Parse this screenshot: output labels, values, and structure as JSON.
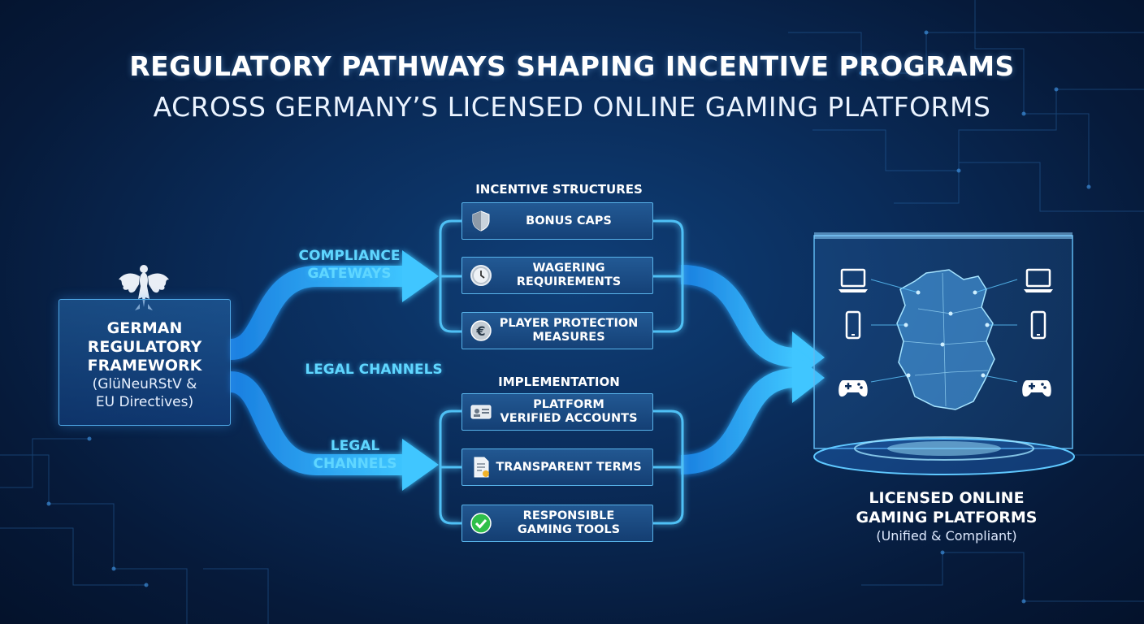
{
  "title": {
    "line1": "REGULATORY PATHWAYS SHAPING INCENTIVE PROGRAMS",
    "line2": "ACROSS GERMANY’S LICENSED ONLINE GAMING PLATFORMS"
  },
  "source": {
    "line1": "GERMAN",
    "line2": "REGULATORY",
    "line3": "FRAMEWORK",
    "line4": "(GlüNeuRStV &",
    "line5": "EU Directives)",
    "icon": "eagle-emblem-icon"
  },
  "labels": {
    "compliance_1": "COMPLIANCE",
    "compliance_2": "GATEWAYS",
    "legal_mid": "LEGAL CHANNELS",
    "legal_1": "LEGAL",
    "legal_2": "CHANNELS"
  },
  "incentive": {
    "heading": "INCENTIVE STRUCTURES",
    "items": [
      {
        "line1": "BONUS CAPS",
        "line2": "",
        "icon": "shield-icon"
      },
      {
        "line1": "WAGERING",
        "line2": "REQUIREMENTS",
        "icon": "clock-icon"
      },
      {
        "line1": "PLAYER PROTECTION",
        "line2": "MEASURES",
        "icon": "euro-coin-icon"
      }
    ]
  },
  "implementation": {
    "heading": "IMPLEMENTATION",
    "items": [
      {
        "line1": "PLATFORM",
        "line2": "VERIFIED ACCOUNTS",
        "icon": "id-card-icon"
      },
      {
        "line1": "TRANSPARENT TERMS",
        "line2": "",
        "icon": "document-icon"
      },
      {
        "line1": "RESPONSIBLE",
        "line2": "GAMING TOOLS",
        "icon": "checkmark-icon"
      }
    ]
  },
  "result": {
    "line1": "LICENSED ONLINE",
    "line2": "GAMING PLATFORMS",
    "line3": "(Unified & Compliant)",
    "map_icon": "germany-map-icon",
    "devices": [
      "laptop-icon",
      "smartphone-icon",
      "gamepad-icon",
      "laptop-icon",
      "smartphone-icon",
      "gamepad-icon"
    ]
  },
  "colors": {
    "background": "#0a2c5a",
    "accent": "#5fd6ff",
    "box_border": "#58b3ea"
  }
}
